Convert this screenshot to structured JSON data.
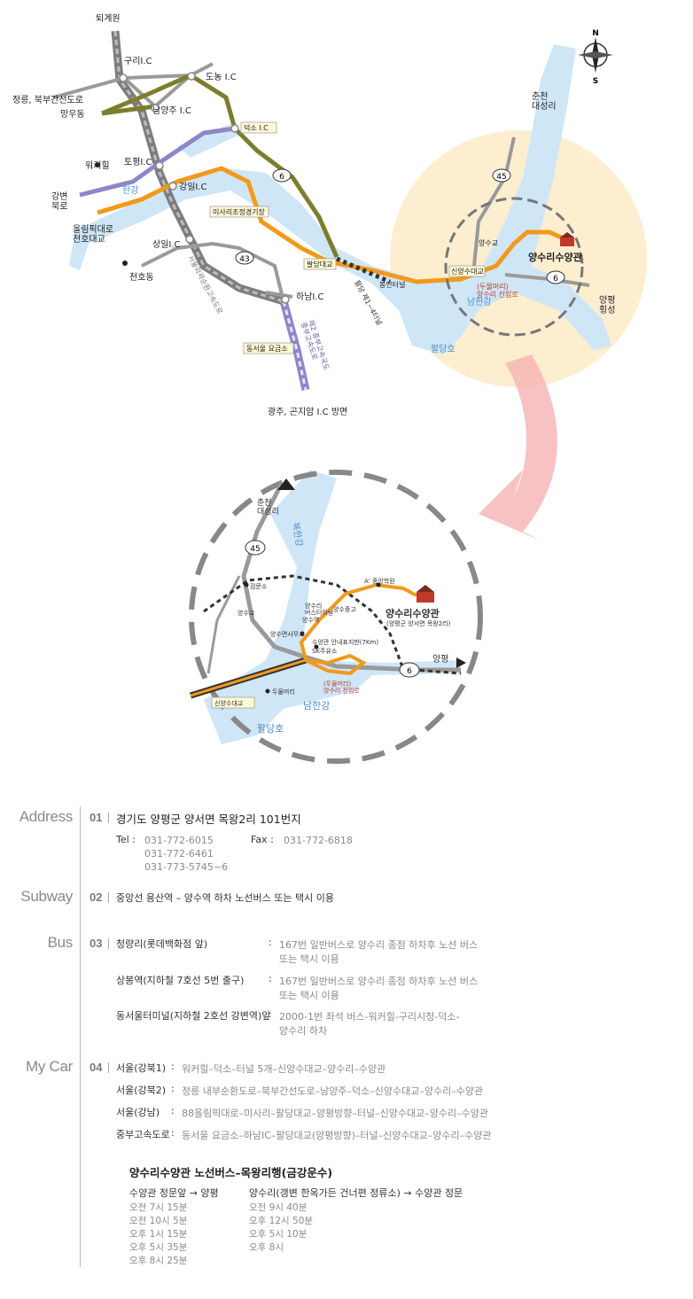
{
  "compass": {
    "n": "N",
    "s": "S"
  },
  "map1": {
    "labels": {
      "toegyewon": "퇴계원",
      "guri_ic": "구리I.C",
      "donong_ic": "도농 I.C",
      "jeongneung": "정릉, 북부간선도로",
      "mangudong": "망우동",
      "namyangju_ic": "남양주 I.C",
      "deokso_ic": "덕소 I.C",
      "wakeohil": "워커힐",
      "topyeong_ic": "토평I.C",
      "gangbyeon": "강변\n북로",
      "hangang": "한강",
      "gangil_ic": "강일I.C",
      "olympic": "올림픽대로\n천호대교",
      "misari": "미사리조정경기장",
      "sangil_ic": "상일I.C",
      "cheonhodong": "천호동",
      "seoul_ring": "서울외곽순환고속도로",
      "hanam_ic": "하남I.C",
      "paldang_bridge": "팔당대교",
      "tunnel14": "팔당 제1~4터널",
      "bongan_tunnel": "봉안터널",
      "dongseoul_toll": "동서울 요금소",
      "jungbu2": "제2 중부고속국도\n중부고속도로",
      "gwangju": "광주, 곤지암 I.C 방면",
      "chuncheon": "춘천\n대성리",
      "yangsugyo": "양수교",
      "sinyangsu_bridge": "신양수대교",
      "dumeori": "(두물머리)\n양수리 진입로",
      "namhangang": "남한강",
      "resort": "양수리수양관",
      "yangpyeong": "양평\n횡성",
      "paldangho": "팔당호",
      "route6": "6",
      "route45": "45",
      "route43": "43"
    }
  },
  "map2": {
    "labels": {
      "chuncheon": "춘천\n대성리",
      "route45": "45",
      "bukhangang": "북한강",
      "a_school": "A' 중앙학원",
      "jeomsu": "검문소",
      "yangsugyo": "양수교",
      "yangsuri_terminal": "양수리\n버스터미널",
      "yangsu_station": "양수역",
      "yangsu_jhs": "양수중고",
      "resort": "양수리수양관",
      "resort_sub": "(양평군 양서면 목왕2리)",
      "yangsu_office": "양수면사무소",
      "guide_sign": "수양관 안내표지판(7Km)",
      "sk_station": "SK주유소",
      "route6": "6",
      "yangpyeong": "양평",
      "dumeori": "(두물머리)\n양수리 진입로",
      "sinyangsu_bridge": "신양수대교",
      "dumeori_dot": "두물머리",
      "namhangang": "남한강",
      "paldangho": "팔당호"
    }
  },
  "address": {
    "label": "Address",
    "num": "01",
    "text": "경기도 양평군 양서면 목왕2리 101번지",
    "tel_label": "Tel :",
    "tel": [
      "031-772-6015",
      "031-772-6461",
      "031-773-5745~6"
    ],
    "fax_label": "Fax :",
    "fax": "031-772-6818"
  },
  "subway": {
    "label": "Subway",
    "num": "02",
    "text": "중앙선 용산역 – 양수역 하차  노선버스 또는 택시 이용"
  },
  "bus": {
    "label": "Bus",
    "num": "03",
    "rows": [
      {
        "name": "청량리(롯데백화점 앞)",
        "desc": [
          "167번 일반버스로 양수리 종점 하차후 노선 버스",
          "또는 택시 이용"
        ]
      },
      {
        "name": "상봉역(지하철 7호선 5번 출구)",
        "desc": [
          "167번 일반버스로 양수리 종점 하차후 노선 버스",
          "또는 택시 이용"
        ]
      },
      {
        "name": "동서울터미널(지하철 2호선 강변역)앞",
        "desc": [
          "2000-1번 좌석 버스-워커힐-구리시청-덕소-",
          "양수리 하차"
        ]
      }
    ]
  },
  "mycar": {
    "label": "My Car",
    "num": "04",
    "rows": [
      {
        "name": "서울(강북1)",
        "desc": "워커힐–덕소–터널 5개–신양수대교–양수리–수양관"
      },
      {
        "name": "서울(강북2)",
        "desc": "정릉 내부순환도로–북부간선도로–남양주–덕소–신양수대교–양수리–수양관"
      },
      {
        "name": "서울(강남)",
        "desc": "88올림픽대로–미사리–팔당대교–양평방향–터널–신양수대교–양수리–수양관"
      },
      {
        "name": "중부고속도로",
        "desc": "동서울 요금소–하남IC–팔당대교(양평방향)–터널–신양수대교–양수리–수양관"
      }
    ]
  },
  "shuttle": {
    "title": "양수리수양관 노선버스–목왕리행(금강운수)",
    "col1_head": "수양관 정문앞 → 양평",
    "col1": [
      "오전 7시 15분",
      "오전 10시 5분",
      "오후 1시 15분",
      "오후 5시 35분",
      "오후 8시 25분"
    ],
    "col2_head": "양수리(갱변 한옥가든 건너편 정류소) → 수양관 정문",
    "col2": [
      "오전 9시 40분",
      "오후 12시 50분",
      "오후 5시 10분",
      "오후 8시"
    ]
  },
  "colors": {
    "river": "#cfe6f7",
    "orange": "#f19a1a",
    "olive": "#7d7d2e",
    "purple": "#8d86c8",
    "gray": "#9a9a9a",
    "highlight": "#fdebc8",
    "arrow": "#f6b3b3"
  }
}
